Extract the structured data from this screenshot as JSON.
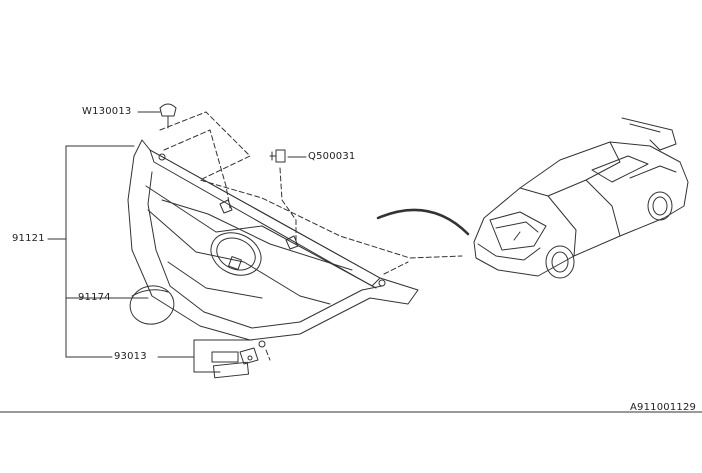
{
  "diagram": {
    "parts": [
      {
        "key": "p1",
        "number": "W130013"
      },
      {
        "key": "p2",
        "number": "Q500031"
      },
      {
        "key": "p3",
        "number": "91121"
      },
      {
        "key": "p4",
        "number": "91174"
      },
      {
        "key": "p5",
        "number": "93013"
      }
    ],
    "figure_code": "A911001129",
    "stroke_color": "#333333"
  }
}
